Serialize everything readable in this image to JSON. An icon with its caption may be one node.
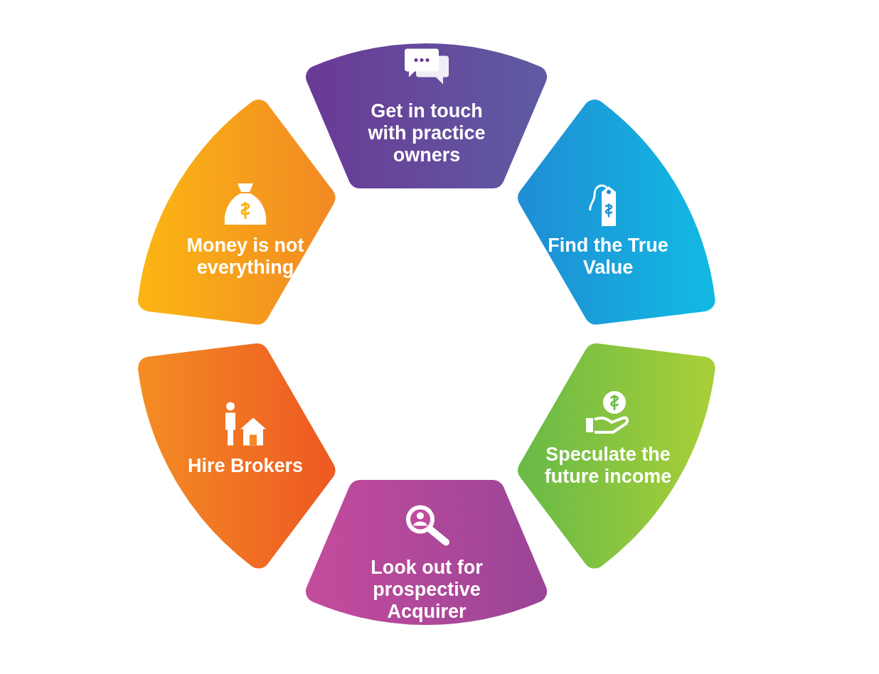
{
  "diagram": {
    "nodes": [
      {
        "text": [
          "Get in touch with practice owners"
        ]
      },
      {
        "text": [
          "Money is not everything"
        ]
      },
      {
        "text": [
          "Find the True Value"
        ]
      },
      {
        "text": [
          "Hire Brokers"
        ]
      },
      {
        "text": [
          "Speculate the future income"
        ]
      },
      {
        "text": [
          "Look out for prospective Acquirer"
        ]
      }
    ]
  }
}
